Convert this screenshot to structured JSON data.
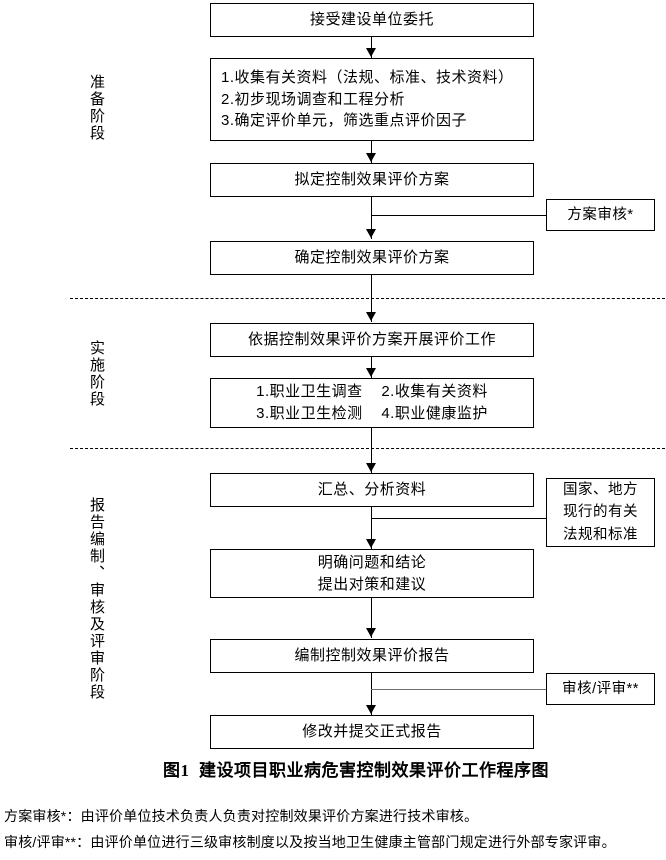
{
  "figure": {
    "caption": "图1  建设项目职业病危害控制效果评价工作程序图"
  },
  "stages": [
    {
      "id": "preparation",
      "label": "准备阶段"
    },
    {
      "id": "implementation",
      "label": "实施阶段"
    },
    {
      "id": "reporting",
      "label": "报告编制、审核及评审阶段"
    }
  ],
  "flow_nodes": [
    {
      "id": "accept-commission",
      "lines": [
        "接受建设单位委托"
      ]
    },
    {
      "id": "collect-data",
      "lines": [
        "1.收集有关资料（法规、标准、技术资料）",
        "2.初步现场调查和工程分析",
        "3.确定评价单元，筛选重点评价因子"
      ]
    },
    {
      "id": "draft-plan",
      "lines": [
        "拟定控制效果评价方案"
      ]
    },
    {
      "id": "confirm-plan",
      "lines": [
        "确定控制效果评价方案"
      ]
    },
    {
      "id": "carry-out-evaluation",
      "lines": [
        "依据控制效果评价方案开展评价工作"
      ]
    },
    {
      "id": "survey-and-test",
      "lines": [
        "1.职业卫生调查    2.收集有关资料",
        "3.职业卫生检测    4.职业健康监护"
      ]
    },
    {
      "id": "summarize-analyze",
      "lines": [
        "汇总、分析资料"
      ]
    },
    {
      "id": "clarify-conclusions",
      "lines": [
        "明确问题和结论",
        "提出对策和建议"
      ]
    },
    {
      "id": "compile-report",
      "lines": [
        "编制控制效果评价报告"
      ]
    },
    {
      "id": "revise-submit-report",
      "lines": [
        "修改并提交正式报告"
      ]
    }
  ],
  "side_notes": [
    {
      "id": "plan-review",
      "lines": [
        "方案审核*"
      ]
    },
    {
      "id": "laws-standards",
      "lines": [
        "国家、地方",
        "现行的有关",
        "法规和标准"
      ]
    },
    {
      "id": "review-appraisal",
      "lines": [
        "审核/评审**"
      ]
    }
  ],
  "footnotes": [
    "方案审核*：由评价单位技术负责人负责对控制效果评价方案进行技术审核。",
    "审核/评审**：由评价单位进行三级审核制度以及按当地卫生健康主管部门规定进行外部专家评审。"
  ],
  "colors": {
    "stroke": "#000000",
    "grey_connector": "#6f6f6f",
    "background": "#ffffff"
  }
}
